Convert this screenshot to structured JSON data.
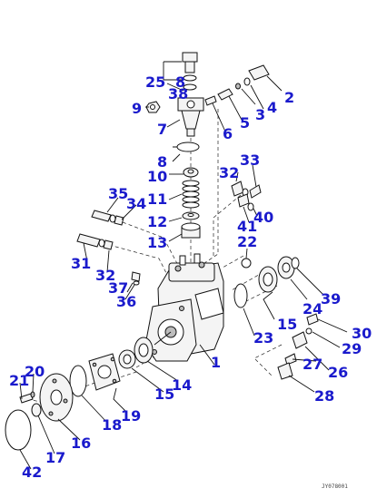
{
  "diagram": {
    "drawing_code": "JY078001",
    "callouts": [
      "1",
      "2",
      "3",
      "4",
      "5",
      "6",
      "7",
      "8",
      "8",
      "9",
      "10",
      "11",
      "12",
      "13",
      "14",
      "15",
      "15",
      "16",
      "17",
      "18",
      "19",
      "20",
      "21",
      "22",
      "23",
      "24",
      "25",
      "26",
      "27",
      "28",
      "29",
      "30",
      "31",
      "32",
      "32",
      "33",
      "34",
      "35",
      "36",
      "37",
      "38",
      "39",
      "40",
      "41",
      "42"
    ]
  },
  "colors": {
    "callout": "#1a1acc",
    "line": "#111111"
  }
}
